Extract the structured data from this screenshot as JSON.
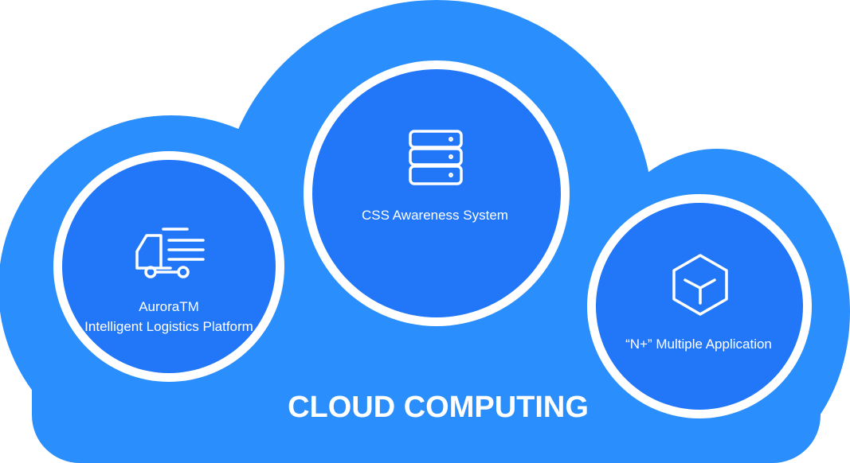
{
  "colors": {
    "cloud": "#2a8ffc",
    "circle": "#2277f8",
    "ring": "#ffffff"
  },
  "title": "CLOUD COMPUTING",
  "nodes": [
    {
      "icon": "truck-icon",
      "line1": "AuroraTM",
      "line2": "Intelligent Logistics Platform"
    },
    {
      "icon": "server-icon",
      "line1": "CSS Awareness System"
    },
    {
      "icon": "cube-icon",
      "line1": "“N+” Multiple Application"
    }
  ]
}
